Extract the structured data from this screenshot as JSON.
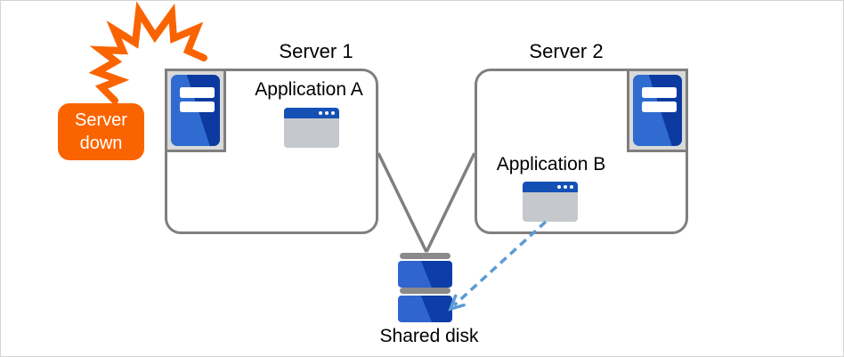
{
  "alert": {
    "line1": "Server",
    "line2": "down",
    "icon": "explosion-bolt-icon",
    "color": "#fa6400"
  },
  "server1": {
    "title": "Server 1",
    "app_label": "Application A",
    "icon": "server-tower-icon"
  },
  "server2": {
    "title": "Server 2",
    "app_label": "Application B",
    "icon": "server-tower-icon"
  },
  "disk": {
    "label": "Shared disk",
    "icon": "stacked-disk-icon"
  },
  "connectors": {
    "server1_to_disk": "solid-gray-line",
    "server2_to_disk": "solid-gray-line",
    "appb_to_disk": "dashed-blue-arrow"
  },
  "colors": {
    "box_border_gray": "#7f7f7f",
    "icon_frame_gray": "#d9d9d9",
    "tower_blue_light": "#2f6bd1",
    "tower_blue_dark": "#0c3aa0",
    "app_titlebar_blue": "#1551b5",
    "app_body_gray": "#c5c8cc",
    "disk_bar_gray": "#8a8a8a",
    "arrow_blue": "#5b9bd5",
    "alert_orange": "#fa6400"
  }
}
